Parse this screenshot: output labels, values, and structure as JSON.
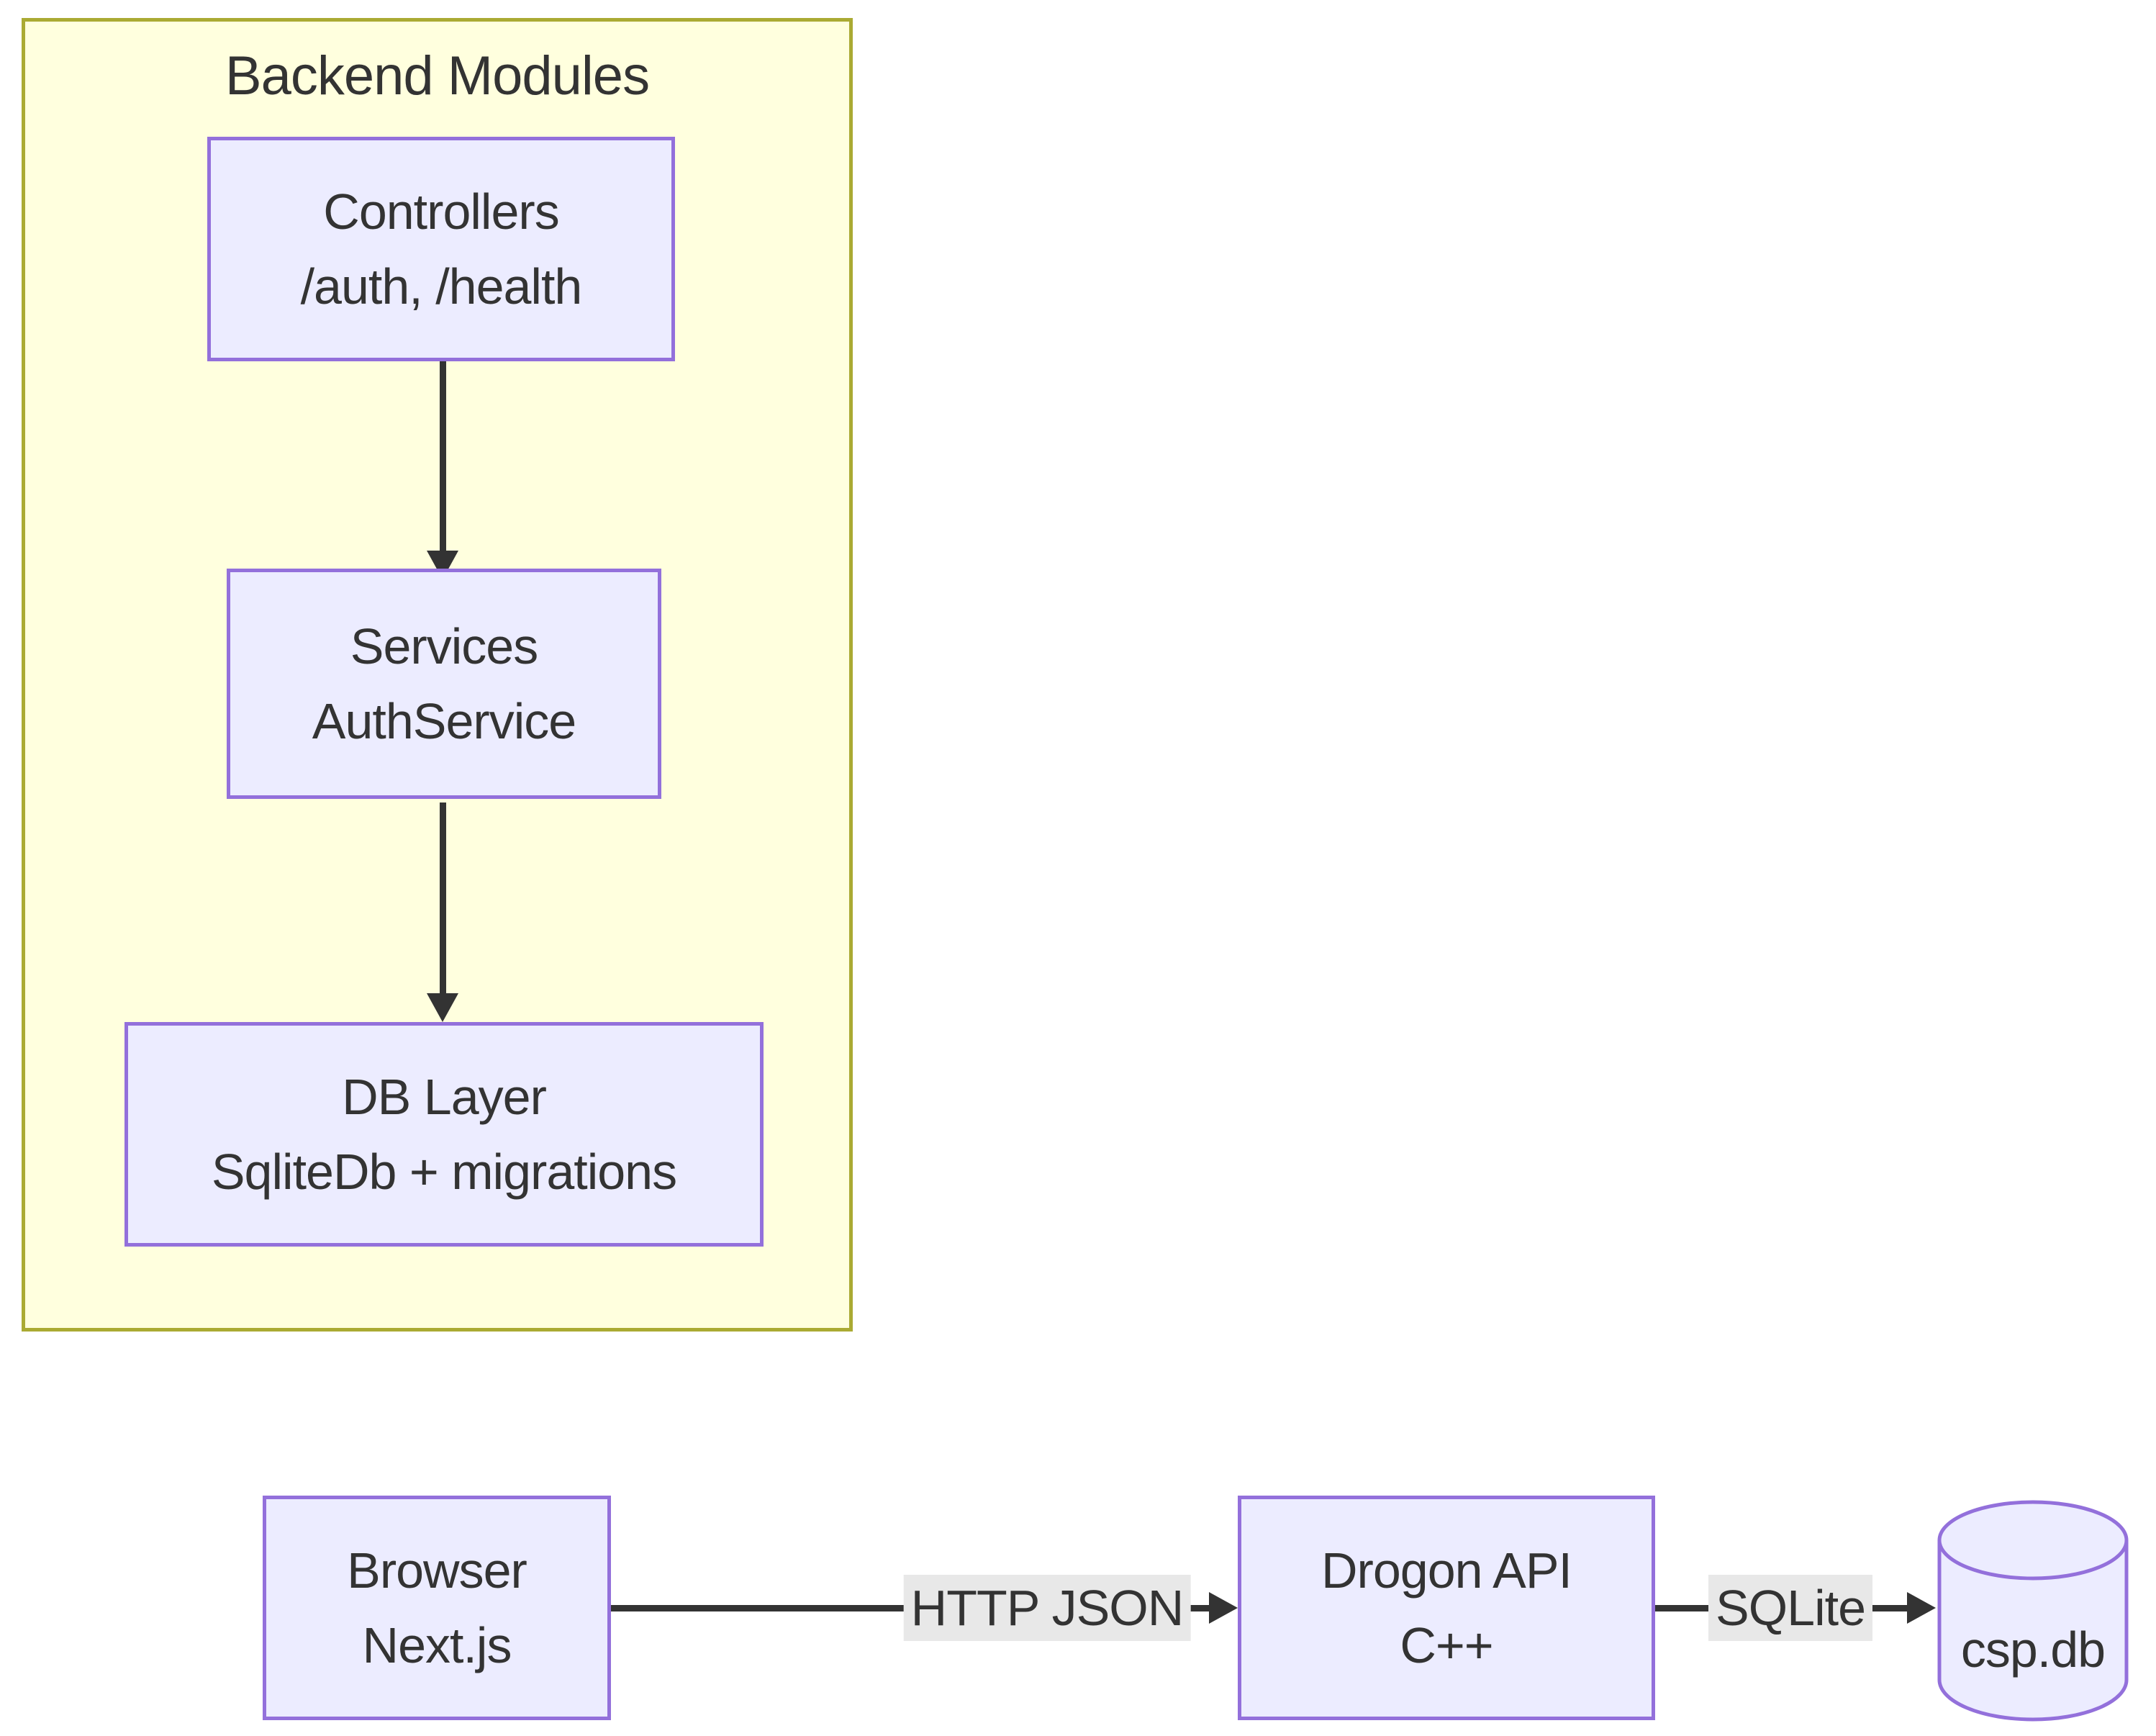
{
  "cluster": {
    "title": "Backend Modules",
    "nodes": {
      "controllers": {
        "line1": "Controllers",
        "line2": "/auth, /health"
      },
      "services": {
        "line1": "Services",
        "line2": "AuthService"
      },
      "db_layer": {
        "line1": "DB Layer",
        "line2": "SqliteDb + migrations"
      }
    }
  },
  "flow": {
    "browser": {
      "line1": "Browser",
      "line2": "Next.js"
    },
    "drogon": {
      "line1": "Drogon API",
      "line2": "C++"
    },
    "database": {
      "label": "csp.db"
    },
    "edges": {
      "browser_to_drogon": "HTTP JSON",
      "drogon_to_database": "SQLite"
    }
  },
  "colors": {
    "node_fill": "#ECECFF",
    "node_border": "#9370DB",
    "cluster_fill": "#ffffde",
    "cluster_border": "#aaaa33",
    "edge_label_bg": "#e8e8e8",
    "line": "#333333",
    "text": "#333333",
    "background": "#ffffff"
  }
}
